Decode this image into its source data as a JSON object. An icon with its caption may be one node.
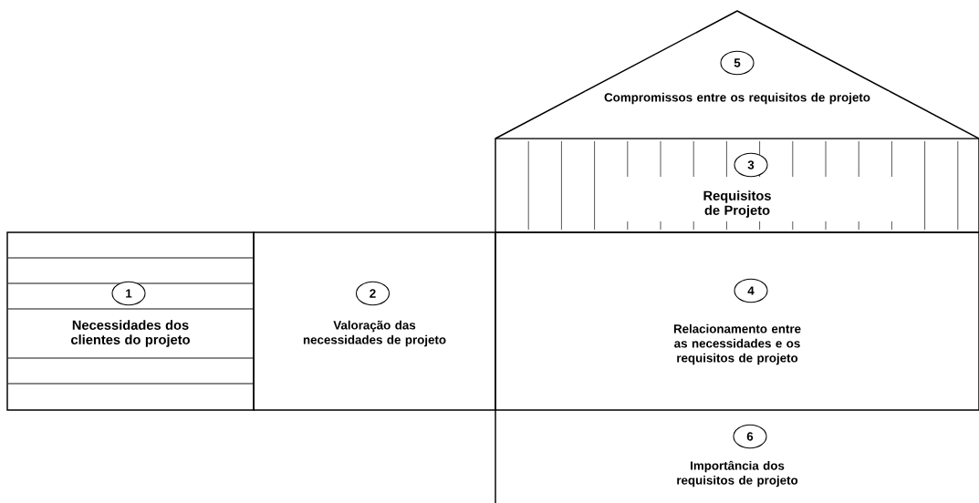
{
  "diagram": {
    "nodes": [
      {
        "text": [
          "Compromissos entre os requisitos de projeto"
        ]
      },
      {
        "text": [
          "5"
        ],
        "in": 0
      },
      {
        "text": [
          "Requisitos de Projeto"
        ]
      },
      {
        "text": [
          "3"
        ],
        "in": 2
      },
      {
        "text": [
          "Necessidades dos clientes do projeto"
        ]
      },
      {
        "text": [
          "1"
        ],
        "in": 4
      },
      {
        "text": [
          "Valoração das necessidades de projeto"
        ]
      },
      {
        "text": [
          "2"
        ],
        "in": 6
      },
      {
        "text": [
          "Relacionamento entre as necessidades e os requisitos de projeto"
        ]
      },
      {
        "text": [
          "4"
        ],
        "in": 8
      },
      {
        "text": [
          "Importância dos requisitos de projeto"
        ]
      },
      {
        "text": [
          "6"
        ],
        "in": 10
      }
    ]
  }
}
